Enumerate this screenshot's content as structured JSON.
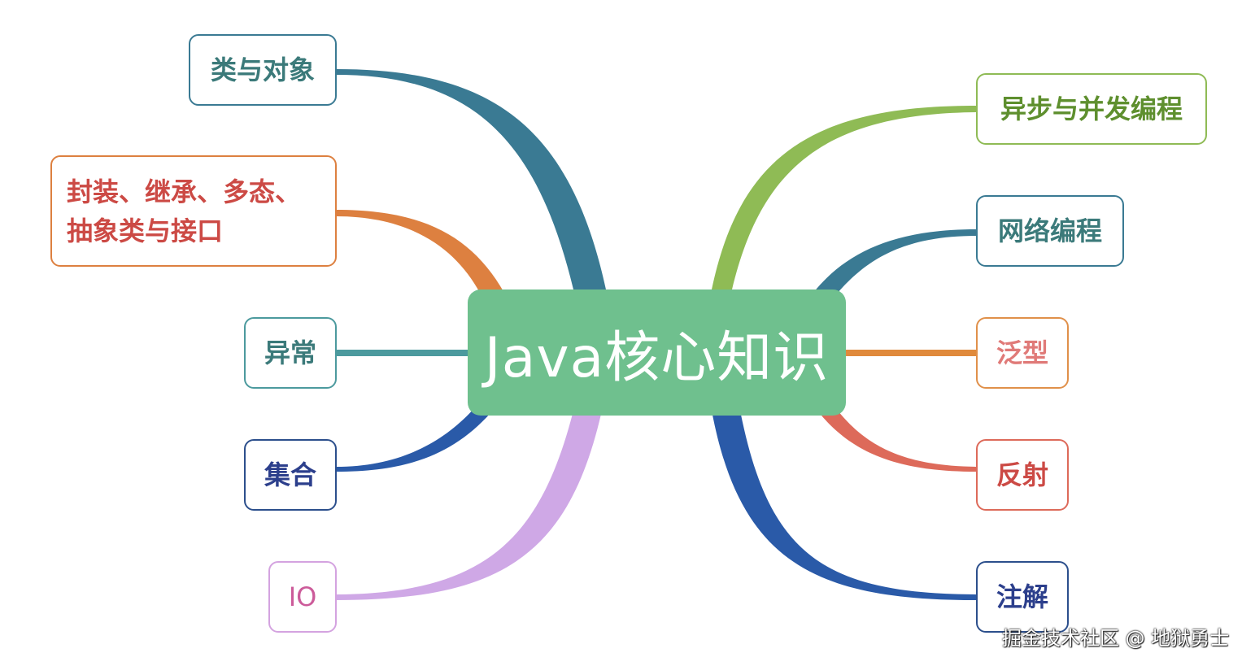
{
  "center": {
    "label": "Java核心知识",
    "color": "#6fc08e"
  },
  "left_nodes": [
    {
      "label": "类与对象",
      "text_color": "#3b7a7a",
      "border_color": "#3a7a93",
      "branch_color": "#3a7a93"
    },
    {
      "label": "封装、继承、多态、\n抽象类与接口",
      "text_color": "#cc4a45",
      "border_color": "#dd8040",
      "branch_color": "#dd8040"
    },
    {
      "label": "异常",
      "text_color": "#3b7a7a",
      "border_color": "#4c9a9e",
      "branch_color": "#4c9a9e"
    },
    {
      "label": "集合",
      "text_color": "#2c3f8c",
      "border_color": "#2c4f8c",
      "branch_color": "#2a5aa8"
    },
    {
      "label": "IO",
      "text_color": "#cc5b9a",
      "border_color": "#d4a3e0",
      "branch_color": "#cfa8e6"
    }
  ],
  "right_nodes": [
    {
      "label": "异步与并发编程",
      "text_color": "#5e8f2e",
      "border_color": "#8fbb55",
      "branch_color": "#8fbb55"
    },
    {
      "label": "网络编程",
      "text_color": "#3b7a7a",
      "border_color": "#3a7a93",
      "branch_color": "#3a7a93"
    },
    {
      "label": "泛型",
      "text_color": "#e07a78",
      "border_color": "#e0904a",
      "branch_color": "#e08a3c"
    },
    {
      "label": "反射",
      "text_color": "#cc4a45",
      "border_color": "#dd6a5a",
      "branch_color": "#dd6a5a"
    },
    {
      "label": "注解",
      "text_color": "#2c3f8c",
      "border_color": "#2c4f8c",
      "branch_color": "#2a5aa8"
    }
  ],
  "watermark": "掘金技术社区 @ 地狱勇士"
}
